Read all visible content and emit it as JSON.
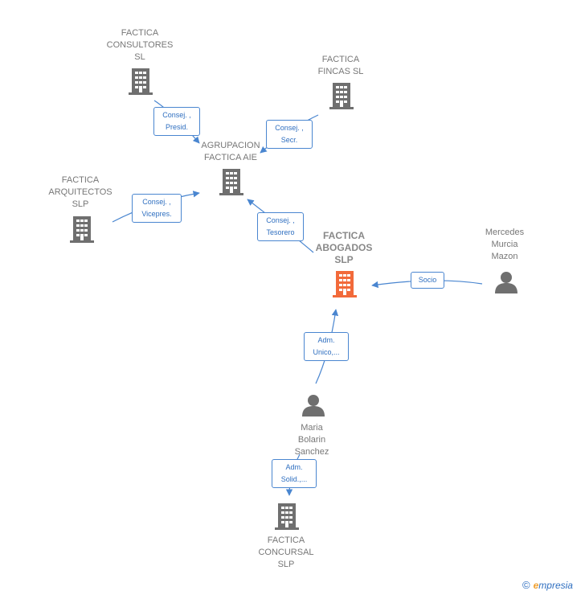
{
  "nodes": {
    "consultores": {
      "label": "FACTICA\nCONSULTORES\nSL"
    },
    "fincas": {
      "label": "FACTICA\nFINCAS  SL"
    },
    "agrupacion": {
      "label": "AGRUPACION\nFACTICA  AIE"
    },
    "arquitectos": {
      "label": "FACTICA\nARQUITECTOS\nSLP"
    },
    "abogados": {
      "label": "FACTICA\nABOGADOS\nSLP"
    },
    "mercedes": {
      "label": "Mercedes\nMurcia\nMazon"
    },
    "maria": {
      "label": "Maria\nBolarin\nSanchez"
    },
    "concursal": {
      "label": "FACTICA\nCONCURSAL\nSLP"
    }
  },
  "edges": {
    "consultores_agrupacion": "Consej. ,\nPresid.",
    "fincas_agrupacion": "Consej. ,\nSecr.",
    "arquitectos_agrupacion": "Consej. ,\nVicepres.",
    "abogados_agrupacion": "Consej. ,\nTesorero",
    "mercedes_abogados": "Socio",
    "maria_abogados": "Adm.\nUnico,...",
    "maria_concursal": "Adm.\nSolid.,..."
  },
  "footer": {
    "copyright": "©",
    "brand_initial": "e",
    "brand_rest": "mpresia"
  },
  "colors": {
    "building": "#6f6f6f",
    "highlight": "#f26a3a",
    "edge": "#4a86d0",
    "person": "#6f6f6f"
  }
}
